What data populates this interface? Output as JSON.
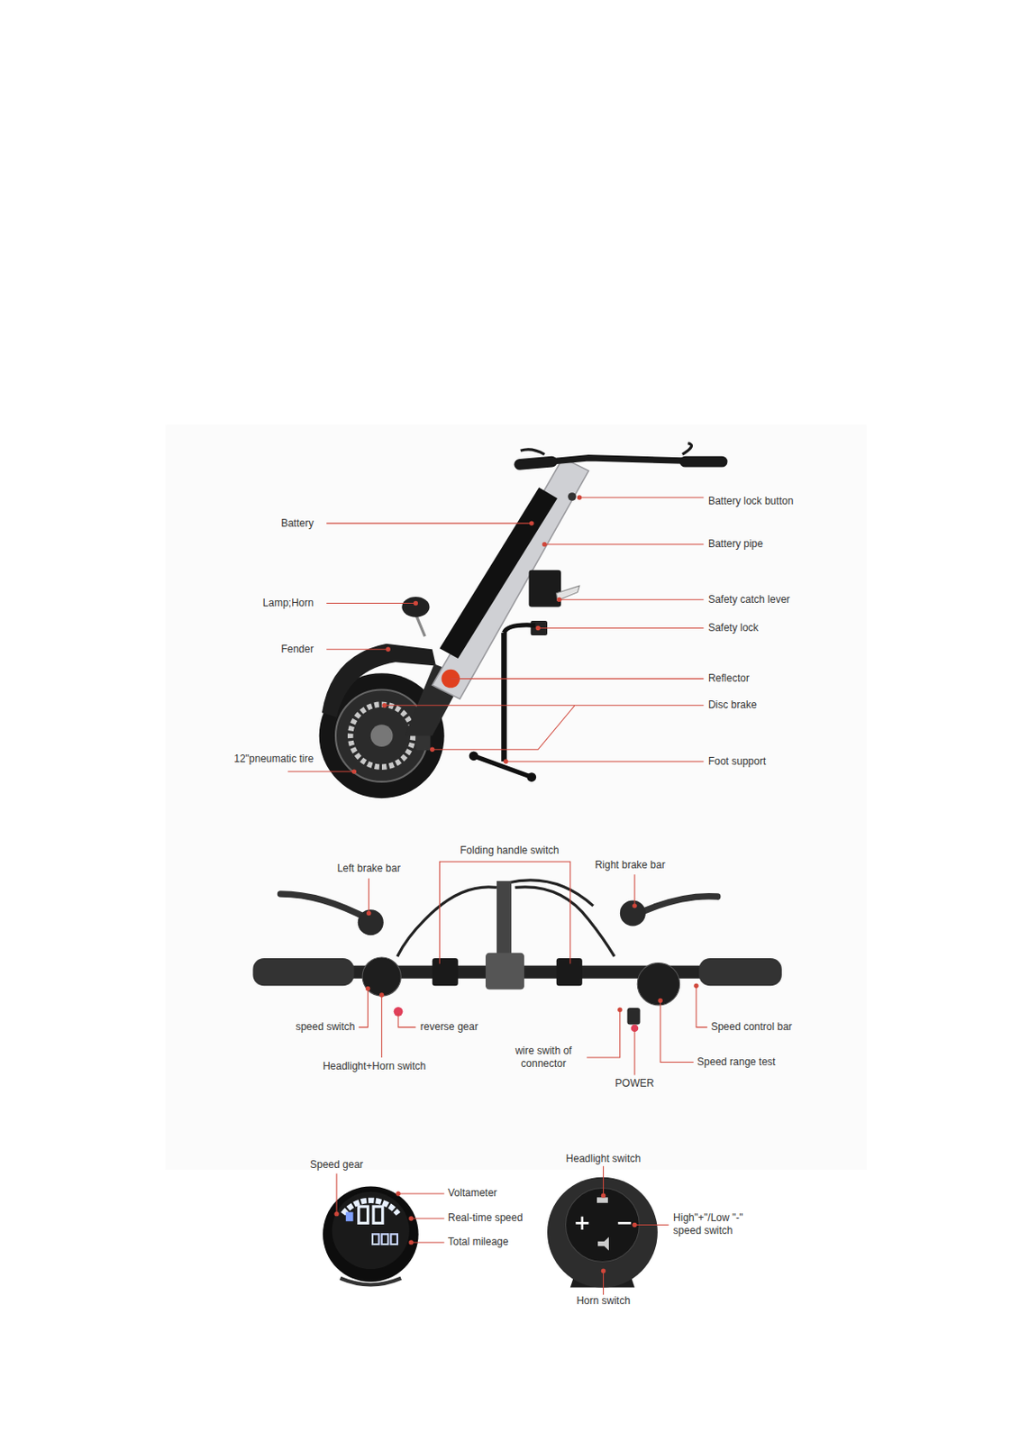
{
  "diagram": {
    "labels": [
      "Battery lock button",
      "Battery",
      "Battery pipe",
      "Lamp;Horn",
      "Safety catch lever",
      "Safety lock",
      "Fender",
      "Reflector",
      "Disc brake",
      "12\"pneumatic tire",
      "Foot support",
      "Folding handle switch",
      "Left brake bar",
      "Right brake bar",
      "speed switch",
      "reverse gear",
      "Speed control bar",
      "wire swith of connector",
      "Speed range test",
      "Headlight+Horn switch",
      "POWER",
      "Speed gear",
      "Voltameter",
      "Real-time speed",
      "Total mileage",
      "Headlight switch",
      "High\"+\"/Low \"-\" speed switch",
      "Horn switch"
    ]
  }
}
